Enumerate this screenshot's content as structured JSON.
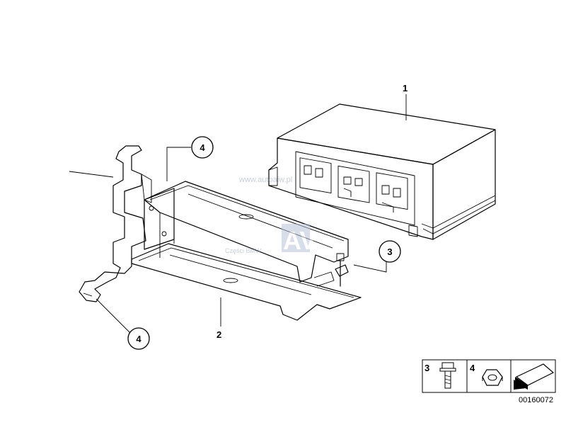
{
  "callouts": {
    "c1": "1",
    "c2": "2",
    "c3": "3",
    "c4_top": "4",
    "c4_bottom": "4"
  },
  "watermark": {
    "url": "www.autoaiw.pl",
    "logo": "AV",
    "caption": "Części BMW"
  },
  "legend": {
    "item1_number": "3",
    "item2_number": "4",
    "item1_icon": "bolt-icon",
    "item2_icon": "hex-nut-icon",
    "arrow_icon": "direction-arrow-icon"
  },
  "diagram_code": "00160072",
  "colors": {
    "line": "#000000",
    "background": "#ffffff",
    "watermark": "#b8c2d8"
  }
}
